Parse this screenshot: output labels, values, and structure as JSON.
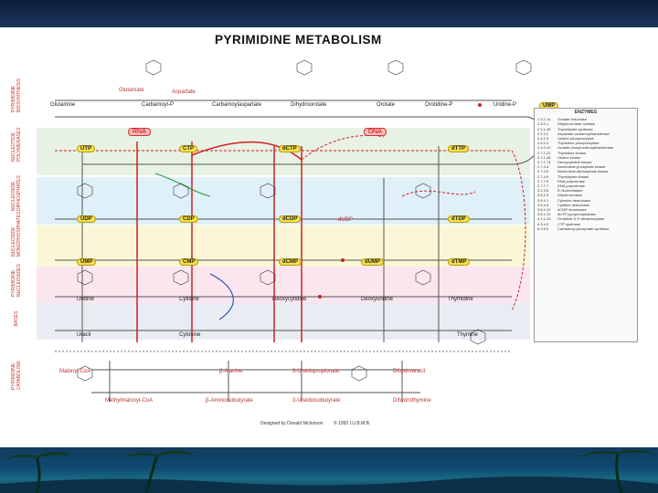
{
  "title": "PYRIMIDINE METABOLISM",
  "side_labels": [
    "PYRIMIDINE BIOSYNTHESIS",
    "NUCLEOTIDE POLYMERASES",
    "NUCLEOSIDE DIPHOSPHATES",
    "NUCLEOSIDE MONOPHOSPHATES",
    "PYRIMIDINE NUCLEOSIDES",
    "BASES",
    "PYRIMIDINE CATABOLISM"
  ],
  "nodes": {
    "glutamine": "Glutamine",
    "glutamate": "Glutamate",
    "aspartate": "Aspartate",
    "carbamoyl_p": "Carbamoyl-P",
    "carbamoylaspartate": "Carbamoylaspartate",
    "dihydroorotate": "Dihydroorotate",
    "orotate": "Orotate",
    "orotidine_p": "Orotidine-P",
    "uridine_p": "Uridine-P",
    "ump_top": "UMP",
    "rna": "RNA",
    "dna": "DNA",
    "udp": "UDP",
    "cdp": "CDP",
    "dcdp": "dCDP",
    "dudp": "dUDP",
    "dtdp": "dTDP",
    "utp": "UTP",
    "ctp": "CTP",
    "dctp": "dCTP",
    "dttp": "dTTP",
    "ump": "UMP",
    "cmp": "CMP",
    "dcmp": "dCMP",
    "dump": "dUMP",
    "dtmp": "dTMP",
    "uridine": "Uridine",
    "cytidine": "Cytidine",
    "deoxyuridine": "Deoxyuridine",
    "deoxycytidine": "Deoxycytidine",
    "thymidine": "Thymidine",
    "uracil": "Uracil",
    "cytosine": "Cytosine",
    "thymine": "Thymine",
    "beta_alanine": "β-Alanine",
    "dihydrouracil": "Dihydrouracil",
    "dihydrothymine": "Dihydrothymine",
    "malonyl_coa": "Malonyl-CoA",
    "methylmalonyl": "Methylmalonyl-CoA",
    "b_aminoisobutyrate": "β-Aminoisobutyrate",
    "ureidopropionate": "3-Ureidopropionate",
    "ureidoisobutyrate": "3-Ureidoisobutyrate"
  },
  "legend": {
    "heading": "ENZYMES",
    "rows": [
      [
        "1.3.1.14",
        "Orotate reductase"
      ],
      [
        "1.3.3.1",
        "Dihydroorotate oxidase"
      ],
      [
        "2.1.1.45",
        "Thymidylate synthase"
      ],
      [
        "2.1.3.2",
        "Aspartate carbamoyltransferase"
      ],
      [
        "2.4.2.3",
        "Uridine phosphorylase"
      ],
      [
        "2.4.2.4",
        "Thymidine phosphorylase"
      ],
      [
        "2.4.2.10",
        "Orotate phosphoribosyltransferase"
      ],
      [
        "2.7.1.21",
        "Thymidine kinase"
      ],
      [
        "2.7.1.48",
        "Uridine kinase"
      ],
      [
        "2.7.1.74",
        "Deoxycytidine kinase"
      ],
      [
        "2.7.4.4",
        "Nucleoside-phosphate kinase"
      ],
      [
        "2.7.4.6",
        "Nucleoside-diphosphate kinase"
      ],
      [
        "2.7.4.9",
        "Thymidylate kinase"
      ],
      [
        "2.7.7.6",
        "RNA polymerase"
      ],
      [
        "2.7.7.7",
        "DNA polymerase"
      ],
      [
        "3.1.3.5",
        "5'-Nucleotidase"
      ],
      [
        "3.5.2.3",
        "Dihydroorotase"
      ],
      [
        "3.5.4.1",
        "Cytosine deaminase"
      ],
      [
        "3.5.4.5",
        "Cytidine deaminase"
      ],
      [
        "3.5.4.12",
        "dCMP deaminase"
      ],
      [
        "3.6.1.23",
        "dUTP pyrophosphatase"
      ],
      [
        "4.1.1.23",
        "Orotidine-5'-P decarboxylase"
      ],
      [
        "6.3.4.2",
        "CTP synthase"
      ],
      [
        "6.3.5.5",
        "Carbamoyl-phosphate synthase"
      ]
    ]
  },
  "footer": {
    "left": "Designed by Donald Nicholson",
    "right": "© 1992 I.U.B.M.B."
  },
  "colors": {
    "top_bar": "#0d1f3a",
    "bottom_bar": "#0f4a72",
    "path_red": "#cc2222",
    "path_blue": "#2244aa",
    "path_green": "#229933",
    "highlight": "#f7e04a"
  }
}
